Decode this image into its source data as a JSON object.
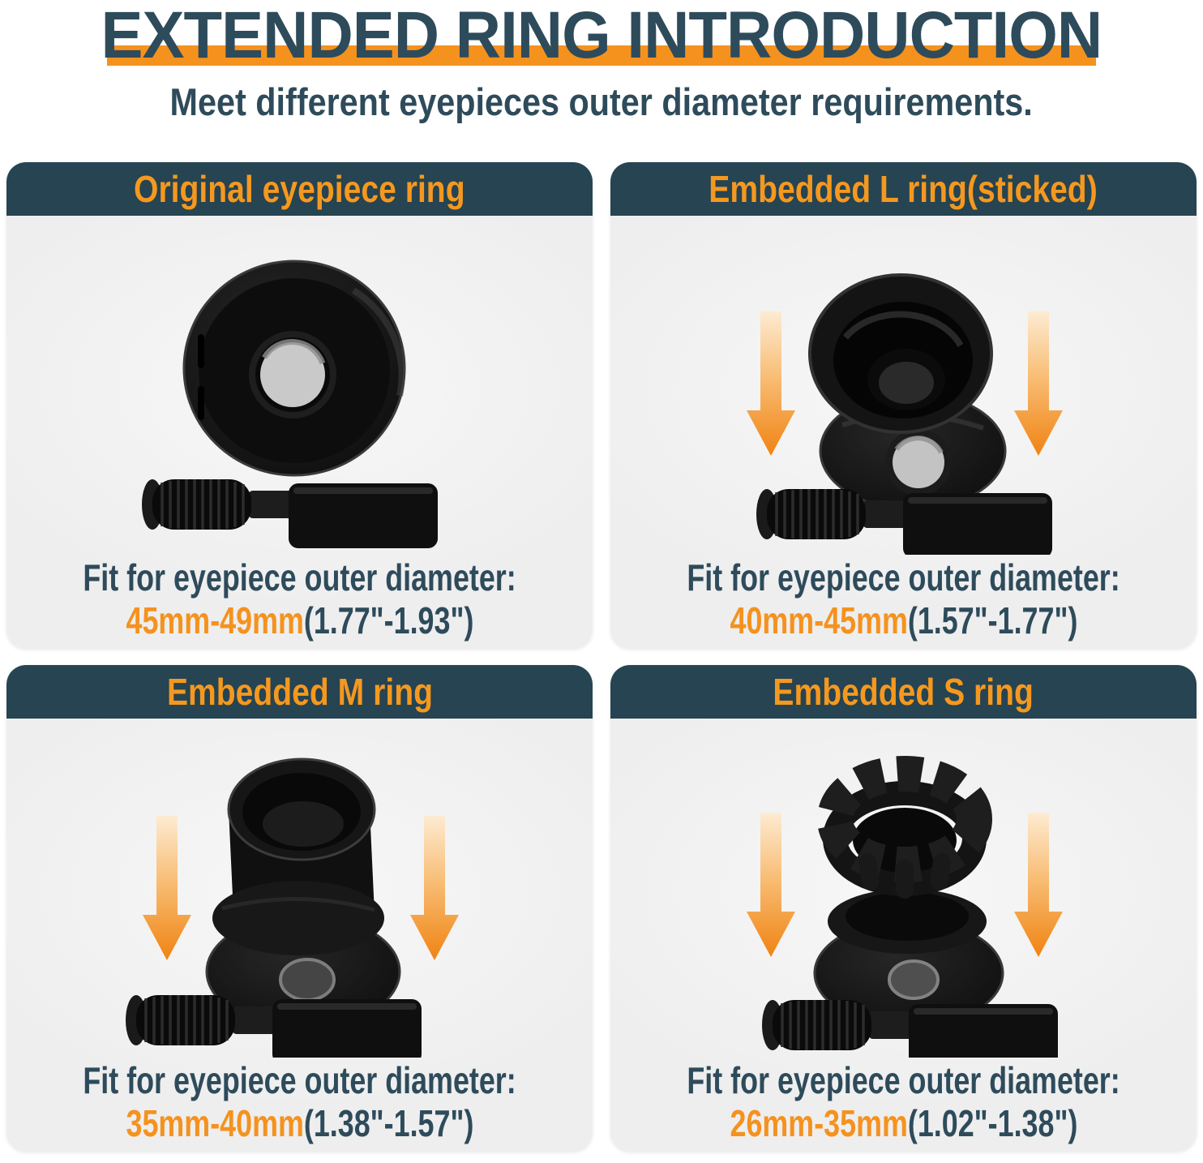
{
  "colors": {
    "accent_orange": "#F5921E",
    "dark_teal_text": "#2E4B5B",
    "header_bg": "#264451",
    "panel_bg": "#EFEFEF",
    "arrow_gradient_top": "#FDEBD2",
    "arrow_gradient_bottom": "#F08312"
  },
  "title": "EXTENDED RING INTRODUCTION",
  "subtitle": "Meet different eyepieces outer diameter requirements.",
  "caption_prefix": "Fit for eyepiece outer diameter:",
  "panels": [
    {
      "header": "Original eyepiece ring",
      "range_mm": "45mm-49mm",
      "range_in": "(1.77\"-1.93\")",
      "has_arrows": false,
      "photo": "original-eyepiece-ring-photo"
    },
    {
      "header": "Embedded L ring(sticked)",
      "range_mm": "40mm-45mm",
      "range_in": "(1.57\"-1.77\")",
      "has_arrows": true,
      "photo": "embedded-l-ring-photo"
    },
    {
      "header": "Embedded M ring",
      "range_mm": "35mm-40mm",
      "range_in": "(1.38\"-1.57\")",
      "has_arrows": true,
      "photo": "embedded-m-ring-photo"
    },
    {
      "header": "Embedded S ring",
      "range_mm": "26mm-35mm",
      "range_in": "(1.02\"-1.38\")",
      "has_arrows": true,
      "photo": "embedded-s-ring-photo"
    }
  ]
}
